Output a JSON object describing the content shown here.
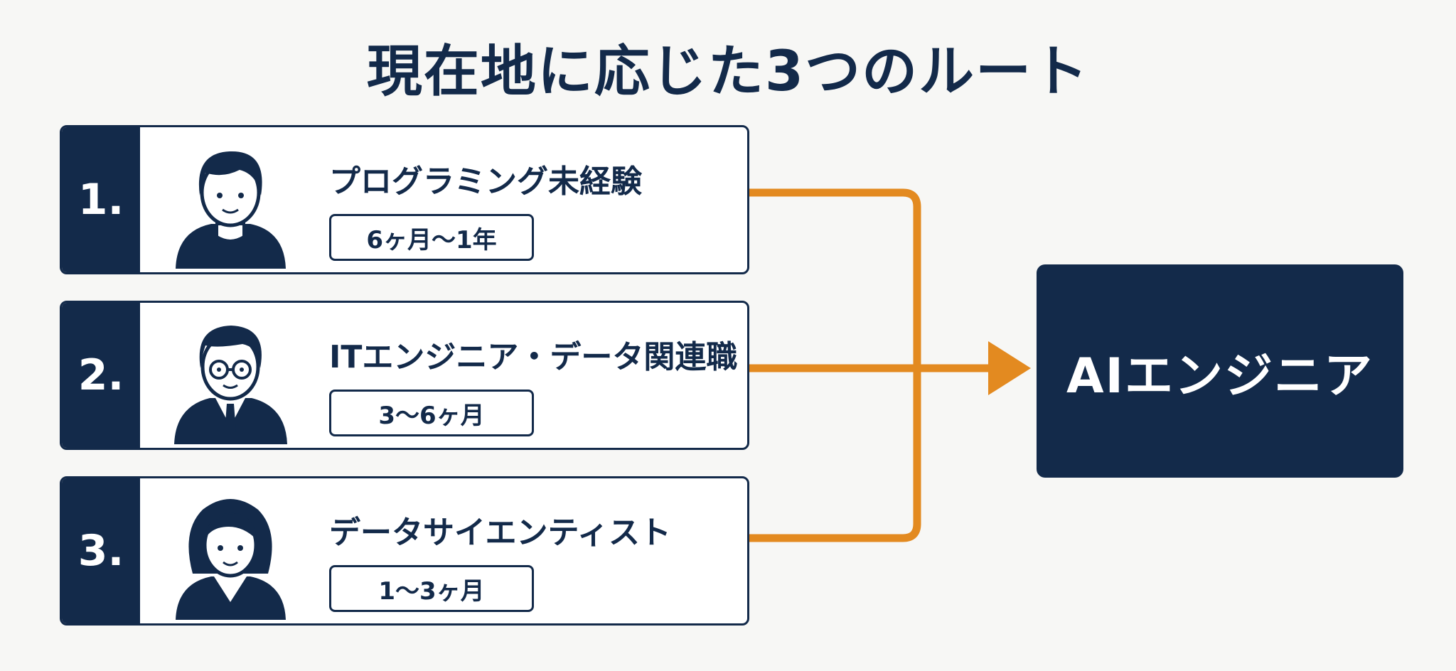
{
  "title": "現在地に応じた3つのルート",
  "routes": [
    {
      "number": "1.",
      "label": "プログラミング未経験",
      "duration": "6ヶ月〜1年",
      "avatar_icon": "casual-person-icon"
    },
    {
      "number": "2.",
      "label": "ITエンジニア・データ関連職",
      "duration": "3〜6ヶ月",
      "avatar_icon": "businessman-with-glasses-icon"
    },
    {
      "number": "3.",
      "label": "データサイエンティスト",
      "duration": "1〜3ヶ月",
      "avatar_icon": "businesswoman-icon"
    }
  ],
  "target": {
    "label": "AIエンジニア"
  },
  "colors": {
    "navy": "#132a4a",
    "orange": "#e38a20",
    "background": "#f7f7f5"
  }
}
